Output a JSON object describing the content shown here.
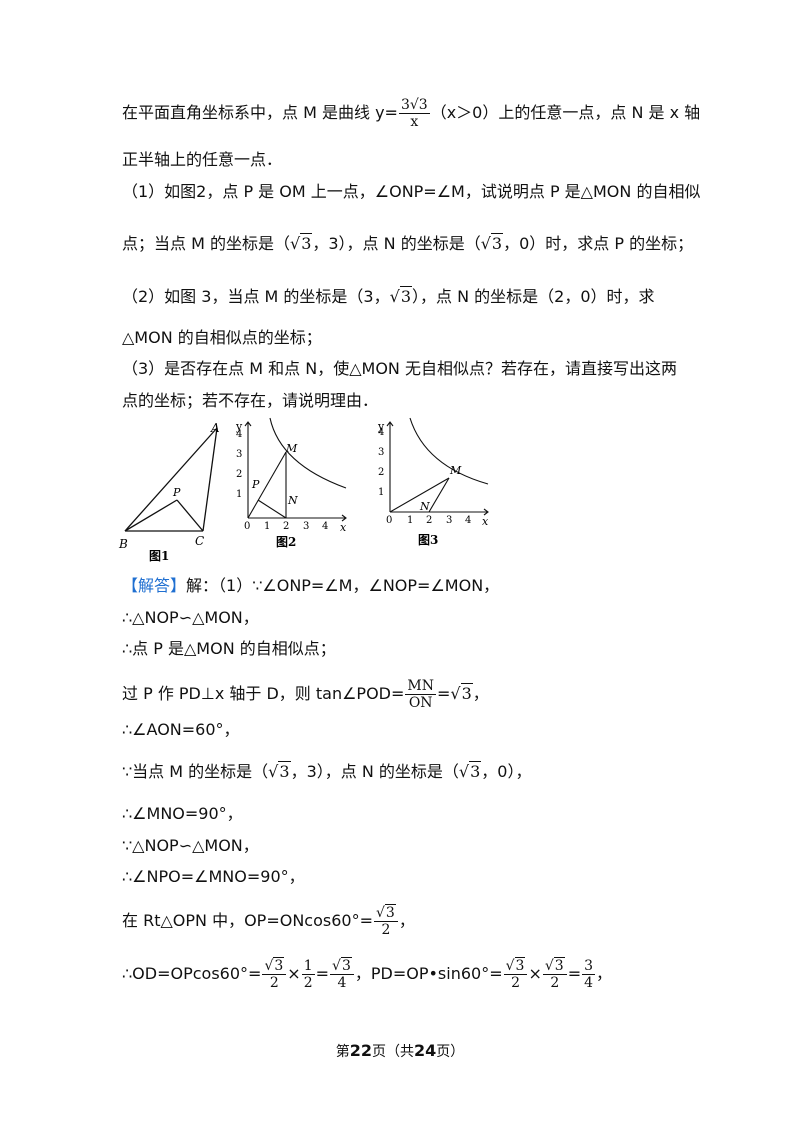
{
  "problem": {
    "l1a": "在平面直角坐标系中，点 M 是曲线 y=",
    "l1_frac_num": "3√3",
    "l1_frac_den": "x",
    "l1b": "（x＞0）上的任意一点，点 N 是 x 轴",
    "l2": "正半轴上的任意一点．",
    "l3": "（1）如图2，点 P 是 OM 上一点，∠ONP=∠M，试说明点 P 是△MON 的自相似",
    "l4a": "点；当点 M 的坐标是（",
    "l4b": "，3），点 N 的坐标是（",
    "l4c": "，0）时，求点 P 的坐标；",
    "l5a": "（2）如图 3，当点 M 的坐标是（3，",
    "l5b": "），点 N 的坐标是（2，0）时，求",
    "l6": "△MON 的自相似点的坐标；",
    "l7": "（3）是否存在点 M 和点 N，使△MON 无自相似点？若存在，请直接写出这两",
    "l8": "点的坐标；若不存在，请说明理由．"
  },
  "figures": {
    "fig1": {
      "caption": "图1",
      "A": "A",
      "B": "B",
      "C": "C",
      "P": "P"
    },
    "fig2": {
      "caption": "图2",
      "y": "y",
      "x": "x",
      "O": "0",
      "M": "M",
      "N": "N",
      "P": "P",
      "xticks": [
        "1",
        "2",
        "3",
        "4"
      ],
      "yticks": [
        "1",
        "2",
        "3",
        "4"
      ]
    },
    "fig3": {
      "caption": "图3",
      "y": "y",
      "x": "x",
      "O": "0",
      "M": "M",
      "N": "N",
      "xticks": [
        "1",
        "2",
        "3",
        "4"
      ],
      "yticks": [
        "1",
        "2",
        "3",
        "4"
      ]
    }
  },
  "solution": {
    "tag": "【解答】",
    "s1": "解：（1）∵∠ONP=∠M，∠NOP=∠MON，",
    "s2": "∴△NOP∽△MON，",
    "s3": "∴点 P 是△MON 的自相似点；",
    "s4a": "过 P 作 PD⊥x 轴于 D，则 tan∠POD=",
    "s4_num": "MN",
    "s4_den": "ON",
    "s4b": "=",
    "s4c": "，",
    "s5": "∴∠AON=60°，",
    "s6a": "∵当点 M 的坐标是（",
    "s6b": "，3），点 N 的坐标是（",
    "s6c": "，0），",
    "s7": "∴∠MNO=90°，",
    "s8": "∵△NOP∽△MON，",
    "s9": "∴∠NPO=∠MNO=90°，",
    "s10a": "在 Rt△OPN 中，OP=ONcos60°=",
    "s10b": "，",
    "s11a": "∴OD=OPcos60°=",
    "s11b": "×",
    "s11c": "=",
    "s11d": "，PD=OP•sin60°=",
    "s11e": "×",
    "s11f": "=",
    "s11g": "，"
  },
  "math": {
    "sqrt_sym": "√",
    "three": "3",
    "two": "2",
    "four": "4",
    "one": "1"
  },
  "footer": {
    "pre": "第",
    "page": "22",
    "mid": "页（共",
    "total": "24",
    "post": "页）"
  }
}
